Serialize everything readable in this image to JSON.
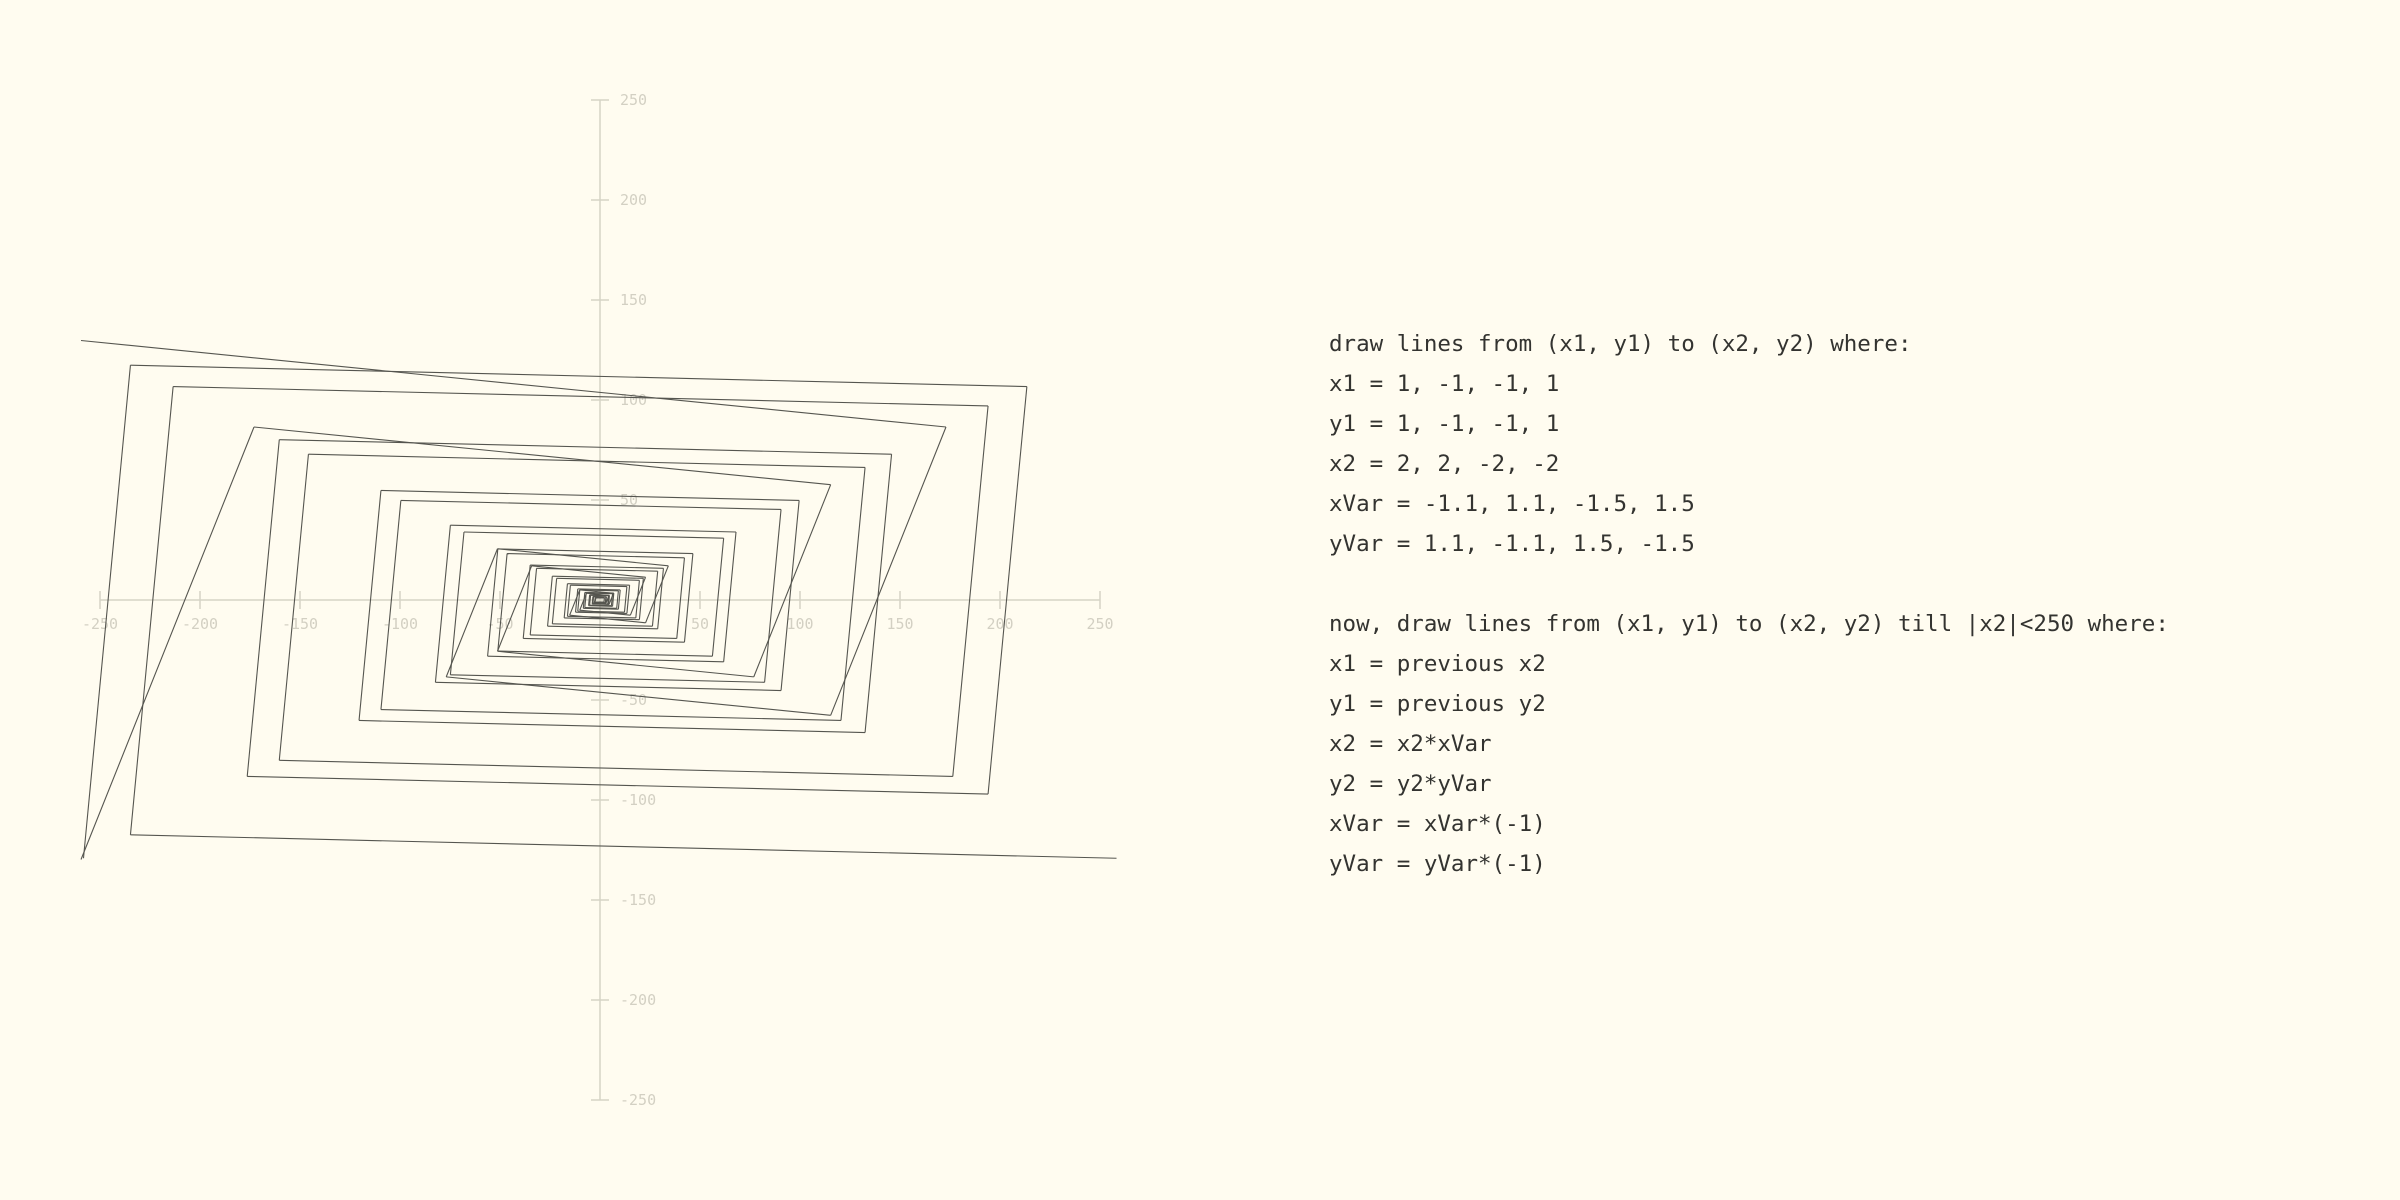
{
  "chart_data": {
    "type": "line",
    "title": "",
    "xlabel": "",
    "ylabel": "",
    "xlim": [
      -250,
      250
    ],
    "ylim": [
      -250,
      250
    ],
    "x_ticks": [
      -250,
      -200,
      -150,
      -100,
      -50,
      50,
      100,
      150,
      200,
      250
    ],
    "y_ticks": [
      250,
      200,
      150,
      100,
      50,
      -50,
      -100,
      -150,
      -200,
      -250
    ],
    "grid": false,
    "rule": {
      "x1": [
        1,
        -1,
        -1,
        1
      ],
      "y1": [
        1,
        -1,
        -1,
        1
      ],
      "x2": [
        2,
        2,
        -2,
        -2
      ],
      "xVar": [
        -1.1,
        1.1,
        -1.5,
        1.5
      ],
      "yVar": [
        1.1,
        -1.1,
        1.5,
        -1.5
      ],
      "stop_limit": 250
    },
    "colors": {
      "background": "#fffcf0",
      "line": "#55554f",
      "axis": "#d6d3c6",
      "tick_text": "#d3d0c3",
      "description_text": "#333330"
    }
  },
  "description": {
    "intro": "draw lines from (x1, y1) to (x2, y2) where:",
    "initial": [
      "x1 = 1, -1, -1, 1",
      "y1 = 1, -1, -1, 1",
      "x2 = 2, 2, -2, -2",
      "xVar = -1.1, 1.1, -1.5, 1.5",
      "yVar = 1.1, -1.1, 1.5, -1.5"
    ],
    "loop_intro": "now, draw lines from (x1, y1) to (x2, y2) till |x2|<250 where:",
    "loop": [
      "x1 = previous x2",
      "y1 = previous y2",
      "x2 = x2*xVar",
      "y2 = y2*yVar",
      "xVar = xVar*(-1)",
      "yVar = yVar*(-1)"
    ]
  }
}
